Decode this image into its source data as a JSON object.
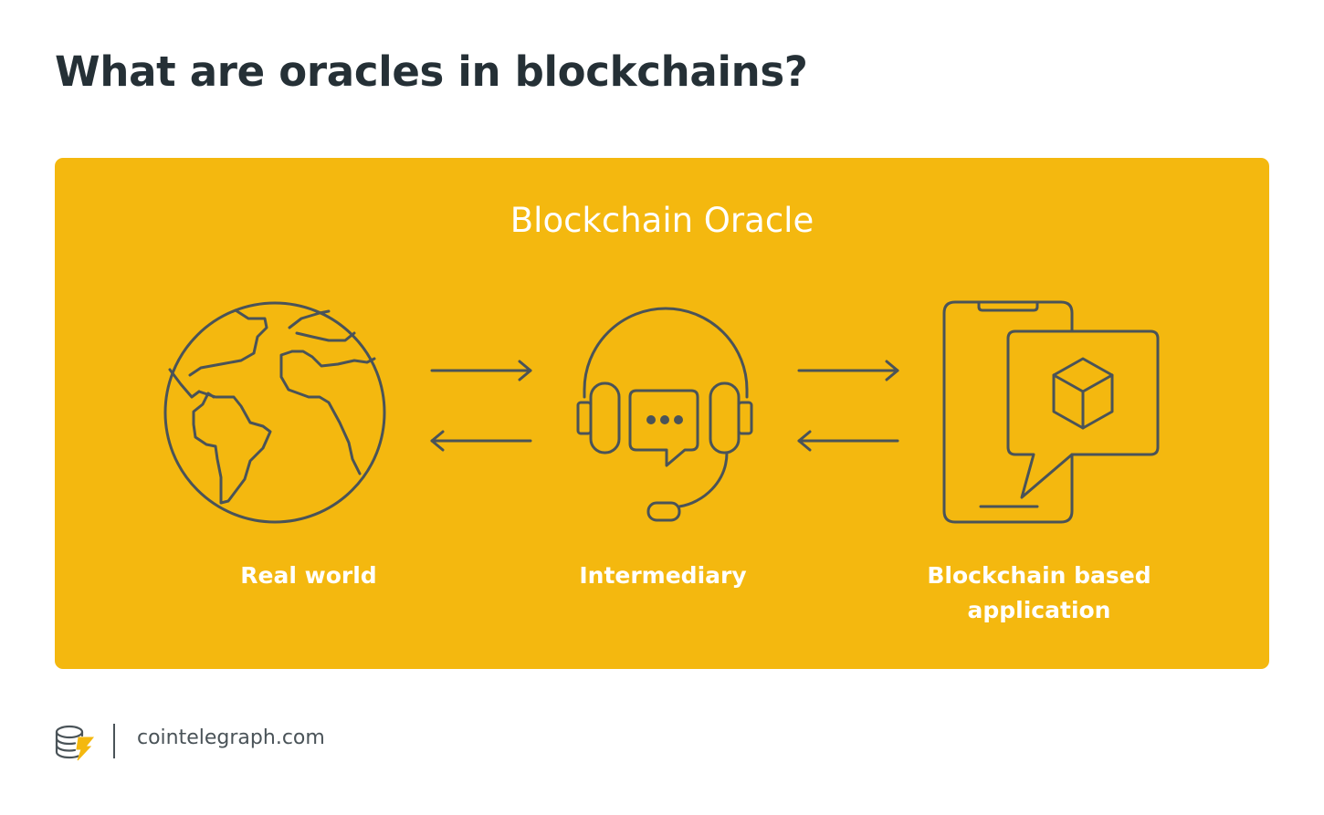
{
  "title": "What are oracles in blockchains?",
  "panel": {
    "title": "Blockchain Oracle",
    "nodes": [
      {
        "label": "Real world",
        "icon": "globe-icon"
      },
      {
        "label": "Intermediary",
        "icon": "headset-chat-icon"
      },
      {
        "label": "Blockchain based application",
        "icon": "phone-block-icon"
      }
    ],
    "connectors": [
      "two-way-arrows",
      "two-way-arrows"
    ]
  },
  "footer": {
    "logo": "cointelegraph-logo-icon",
    "text": "cointelegraph.com"
  },
  "colors": {
    "panel": "#f4b80f",
    "stroke": "#4a5358",
    "title": "#253036",
    "label": "#ffffff"
  }
}
